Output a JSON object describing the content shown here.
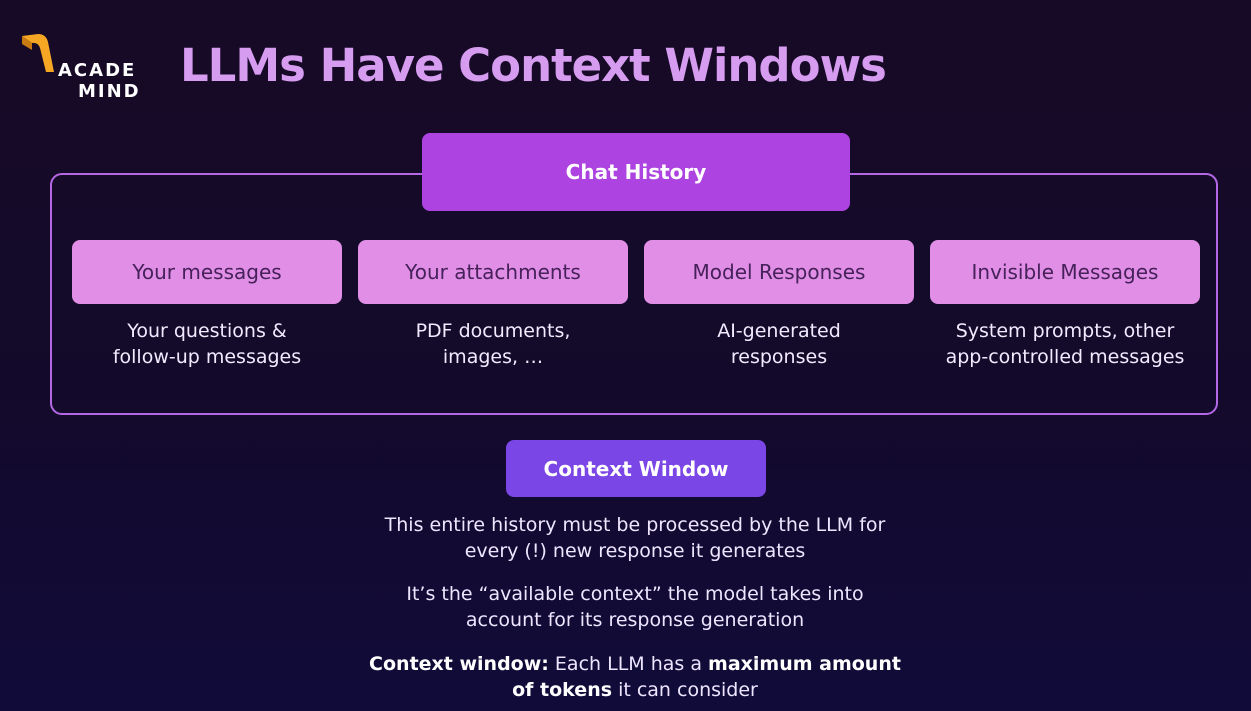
{
  "logo": {
    "line1": "ACADE",
    "line2": "MIND"
  },
  "title": "LLMs Have Context Windows",
  "chat_history_label": "Chat History",
  "cards": [
    {
      "label": "Your messages",
      "desc_line1": "Your questions &",
      "desc_line2": "follow-up messages"
    },
    {
      "label": "Your attachments",
      "desc_line1": "PDF documents,",
      "desc_line2": "images, …"
    },
    {
      "label": "Model Responses",
      "desc_line1": "AI-generated",
      "desc_line2": "responses"
    },
    {
      "label": "Invisible Messages",
      "desc_line1": "System prompts, other",
      "desc_line2": "app-controlled messages"
    }
  ],
  "context_window_label": "Context Window",
  "paragraphs": {
    "p1_line1": "This entire history must be processed by the LLM for",
    "p1_line2": "every (!) new response it generates",
    "p2_line1": "It’s the “available context” the model takes into",
    "p2_line2": "account for its response generation",
    "p3_bold1": "Context window:",
    "p3_text1": " Each LLM has a ",
    "p3_bold2": "maximum amount",
    "p3_bold3": "of tokens",
    "p3_text2": " it can consider"
  },
  "colors": {
    "title": "#d69cf0",
    "chat_history_bg": "#ad44e2",
    "card_bg": "#e18ee6",
    "card_text": "#46215a",
    "frame_border": "#b468e6",
    "context_window_bg": "#7b46e6",
    "logo_accent": "#f5a623"
  }
}
